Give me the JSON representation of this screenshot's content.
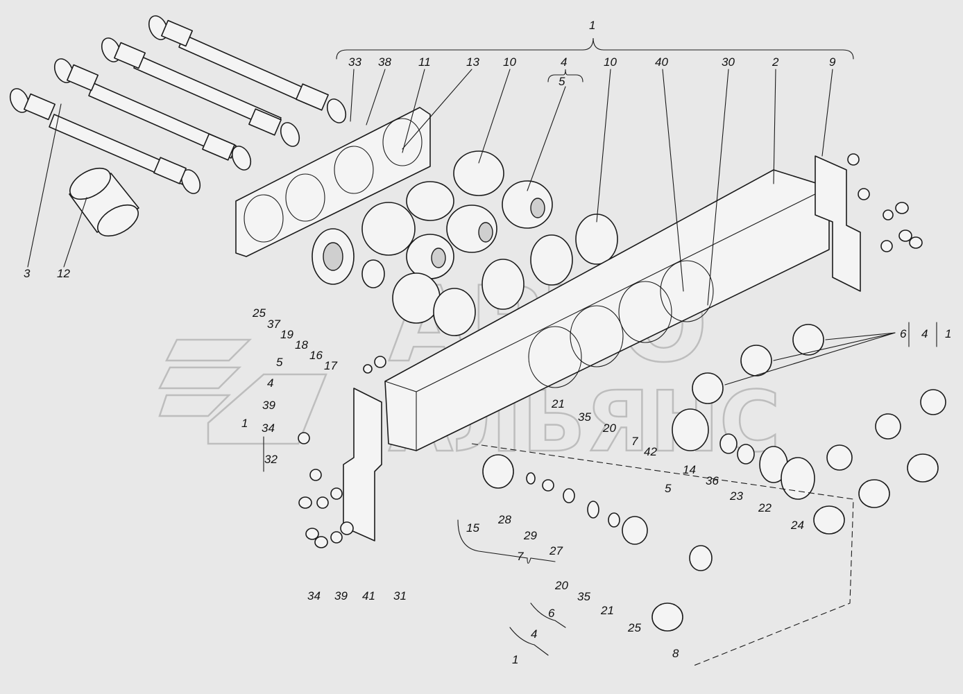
{
  "watermark": {
    "line1": "АВТО",
    "line2": "АЛЬЯНС"
  },
  "callouts": [
    "1",
    "33",
    "38",
    "11",
    "13",
    "10",
    "4",
    "5",
    "10",
    "40",
    "30",
    "2",
    "9",
    "3",
    "12",
    "25",
    "37",
    "19",
    "18",
    "16",
    "17",
    "5",
    "4",
    "39",
    "1",
    "34",
    "32",
    "21",
    "35",
    "20",
    "7",
    "42",
    "14",
    "36",
    "23",
    "22",
    "24",
    "6",
    "4",
    "1",
    "5",
    "15",
    "28",
    "29",
    "27",
    "7",
    "20",
    "35",
    "21",
    "25",
    "8",
    "6",
    "4",
    "1",
    "34",
    "39",
    "41",
    "31"
  ]
}
